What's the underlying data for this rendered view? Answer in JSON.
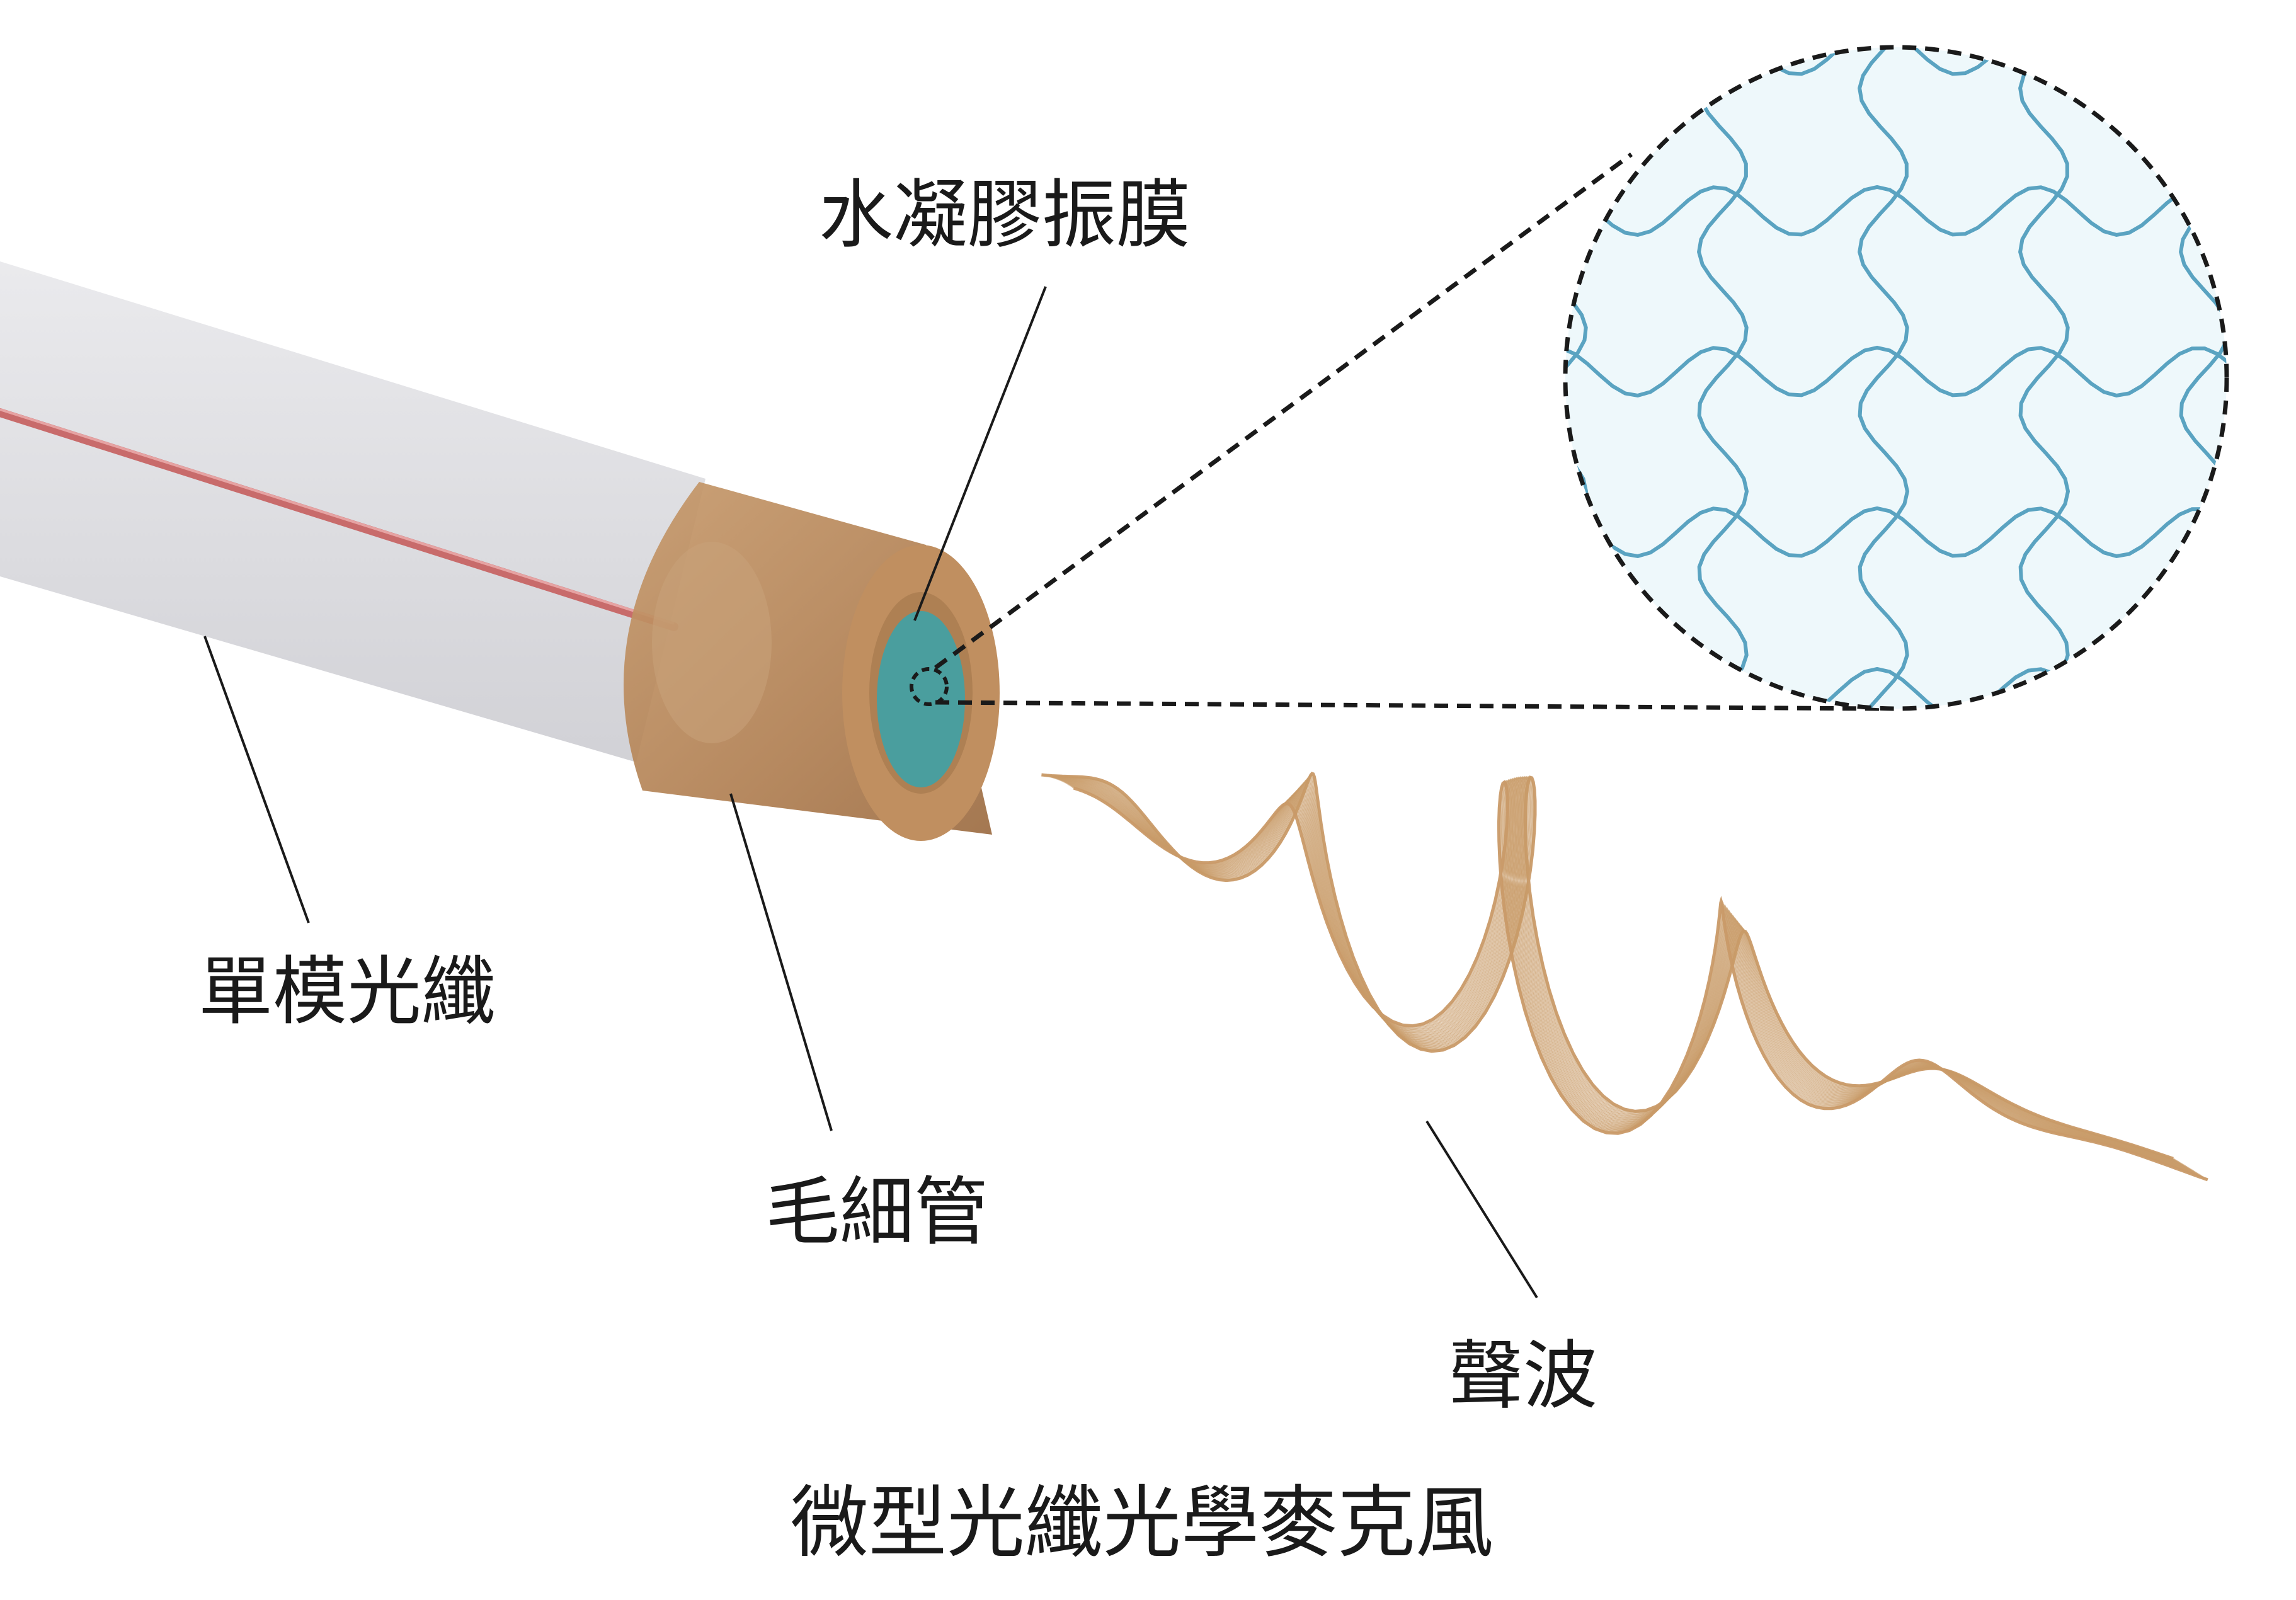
{
  "labels": {
    "membrane": "水凝膠振膜",
    "fiber": "單模光纖",
    "capillary": "毛細管",
    "wave": "聲波"
  },
  "caption": "微型光纖光學麥克風",
  "colors": {
    "fiber_core": "#c86b6b",
    "capillary": "#b98657",
    "membrane": "#4a9e9e",
    "mesh_line": "#5aa3c1",
    "mesh_bg": "#eef8fb",
    "wave": "#c99a68"
  }
}
